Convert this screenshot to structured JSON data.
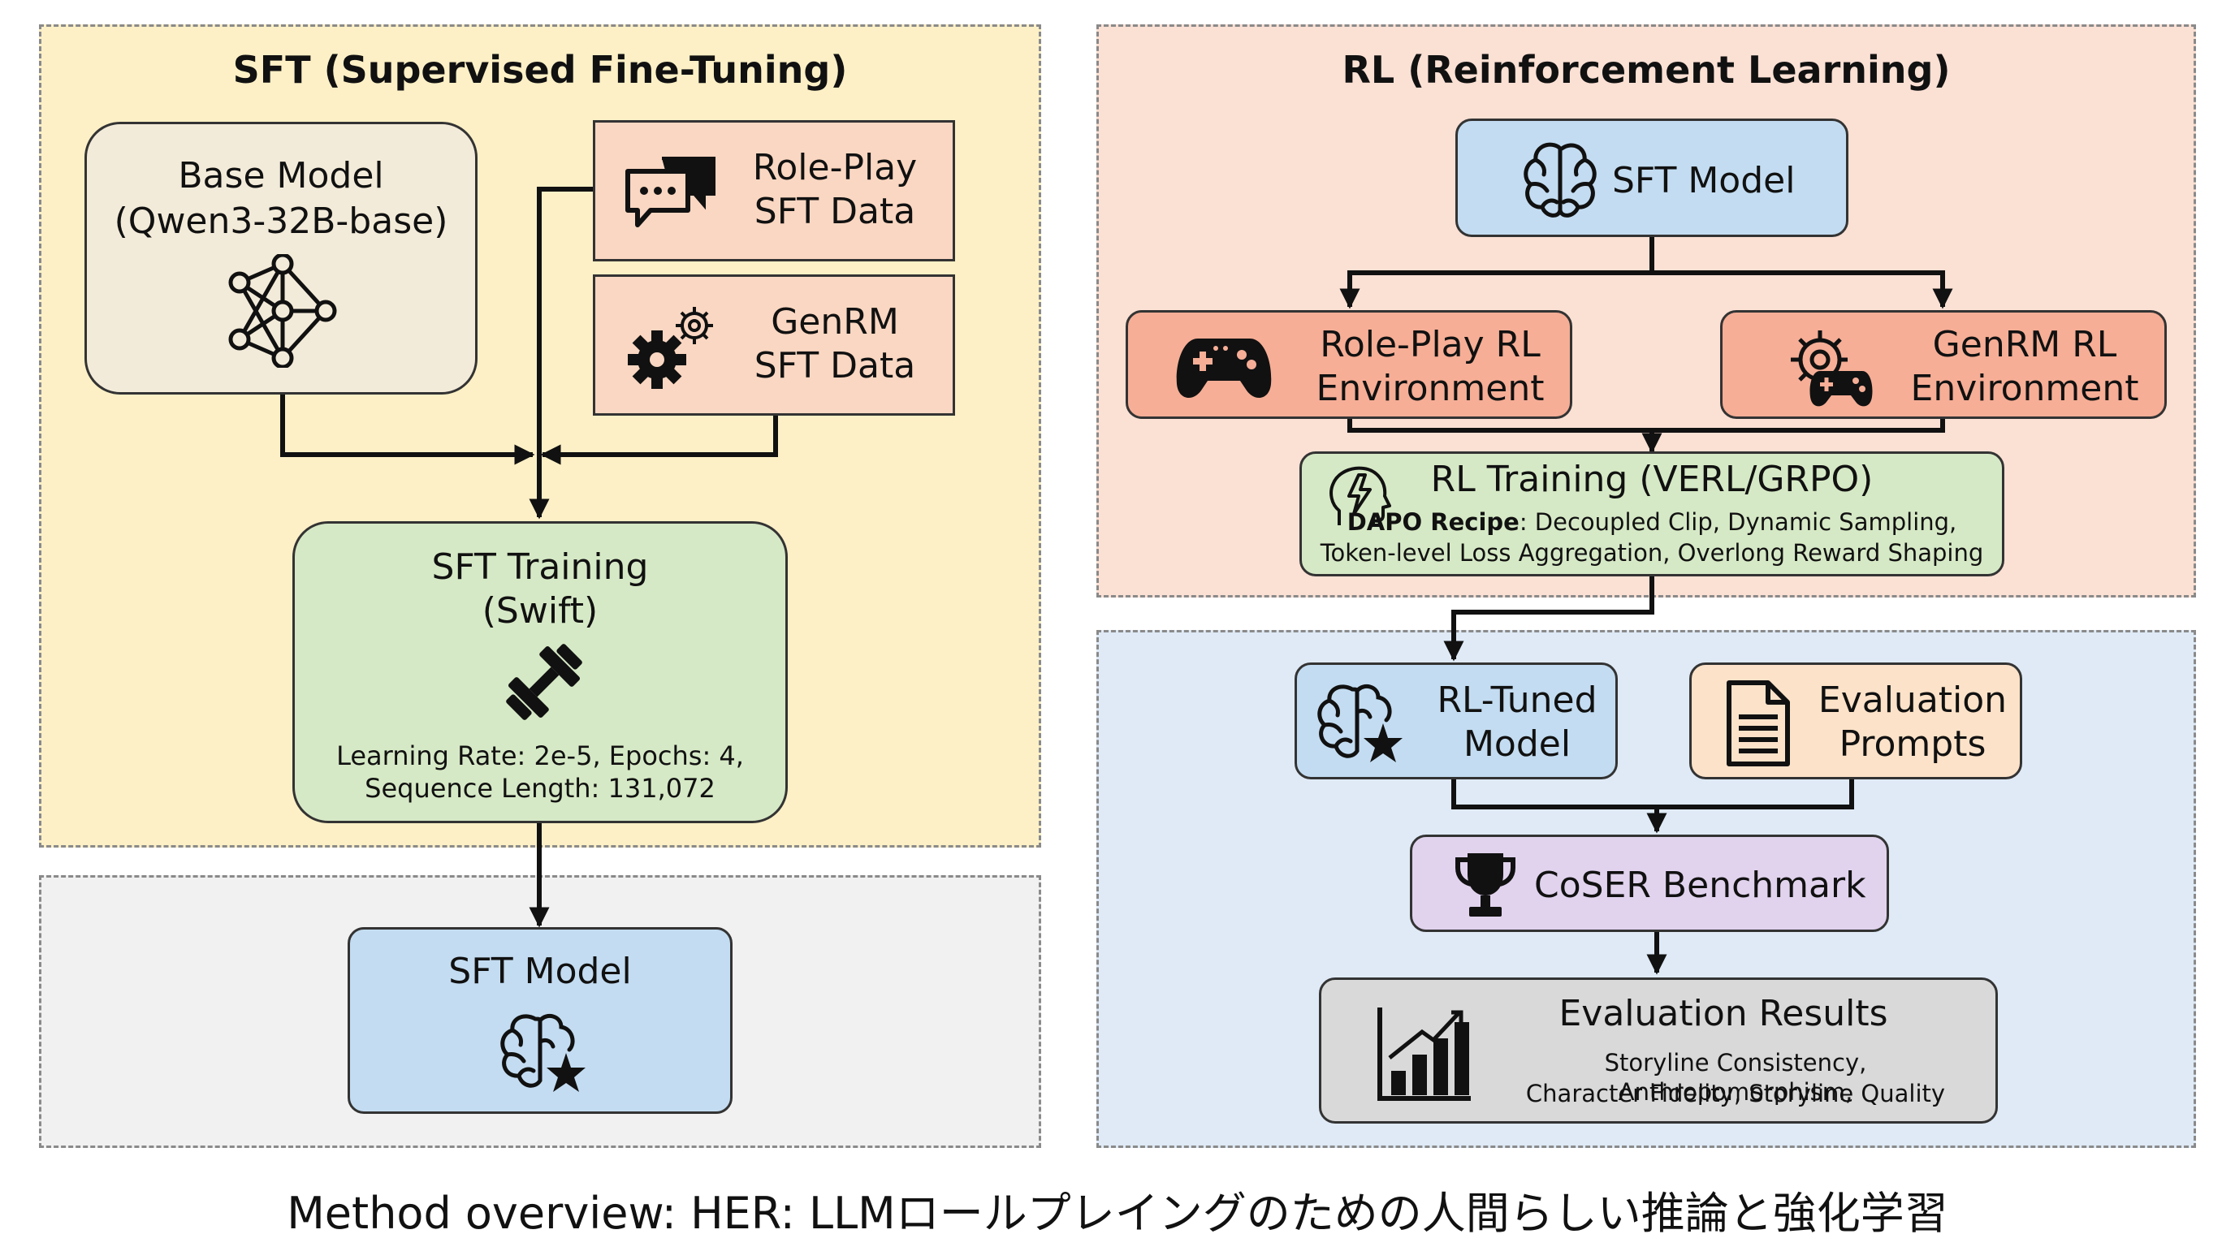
{
  "sft": {
    "title": "SFT (Supervised Fine-Tuning)",
    "base_model": {
      "line1": "Base Model",
      "line2": "(Qwen3-32B-base)"
    },
    "roleplay_data": {
      "line1": "Role-Play",
      "line2": "SFT Data"
    },
    "genrm_data": {
      "line1": "GenRM",
      "line2": "SFT Data"
    },
    "training": {
      "line1": "SFT Training",
      "line2": "(Swift)",
      "detail1": "Learning Rate: 2e-5, Epochs: 4,",
      "detail2": "Sequence Length: 131,072"
    },
    "output_model": "SFT Model"
  },
  "rl": {
    "title": "RL (Reinforcement Learning)",
    "input_model": "SFT Model",
    "roleplay_env": {
      "line1": "Role-Play RL",
      "line2": "Environment"
    },
    "genrm_env": {
      "line1": "GenRM RL",
      "line2": "Environment"
    },
    "training": {
      "title": "RL Training (VERL/GRPO)",
      "recipe_label": "DAPO Recipe",
      "recipe_text": ": Decoupled Clip, Dynamic Sampling,",
      "recipe_line2": "Token-level Loss Aggregation, Overlong Reward Shaping"
    }
  },
  "eval": {
    "tuned_model": {
      "line1": "RL-Tuned",
      "line2": "Model"
    },
    "prompts": {
      "line1": "Evaluation",
      "line2": "Prompts"
    },
    "benchmark": "CoSER Benchmark",
    "results": {
      "title": "Evaluation Results",
      "line1": "Storyline Consistency, Anthropomorphism,",
      "line2": "Character Fidelity, Storyline Quality"
    }
  },
  "caption": "Method overview: HER: LLMロールプレイングのための人間らしい推論と強化学習",
  "colors": {
    "sft_panel": "#fdf0c6",
    "rl_panel": "#fbe0d4",
    "eval_panel": "#dfeaf6",
    "output_panel": "#f1f1f1",
    "beige": "#f3ebd9",
    "peach": "#fad7c2",
    "green": "#d6e9c6",
    "blue": "#c3dcf1",
    "orange": "#f6ae96",
    "lightorange": "#fce2c8",
    "lavender": "#e1d3ee",
    "gray": "#d9d9d9"
  },
  "icons": [
    "neural-network-icon",
    "chat-bubbles-icon",
    "gears-icon",
    "dumbbell-icon",
    "brain-star-icon",
    "brain-icon",
    "gamepad-icon",
    "gear-gamepad-icon",
    "head-lightning-icon",
    "document-icon",
    "trophy-icon",
    "bar-chart-icon"
  ]
}
